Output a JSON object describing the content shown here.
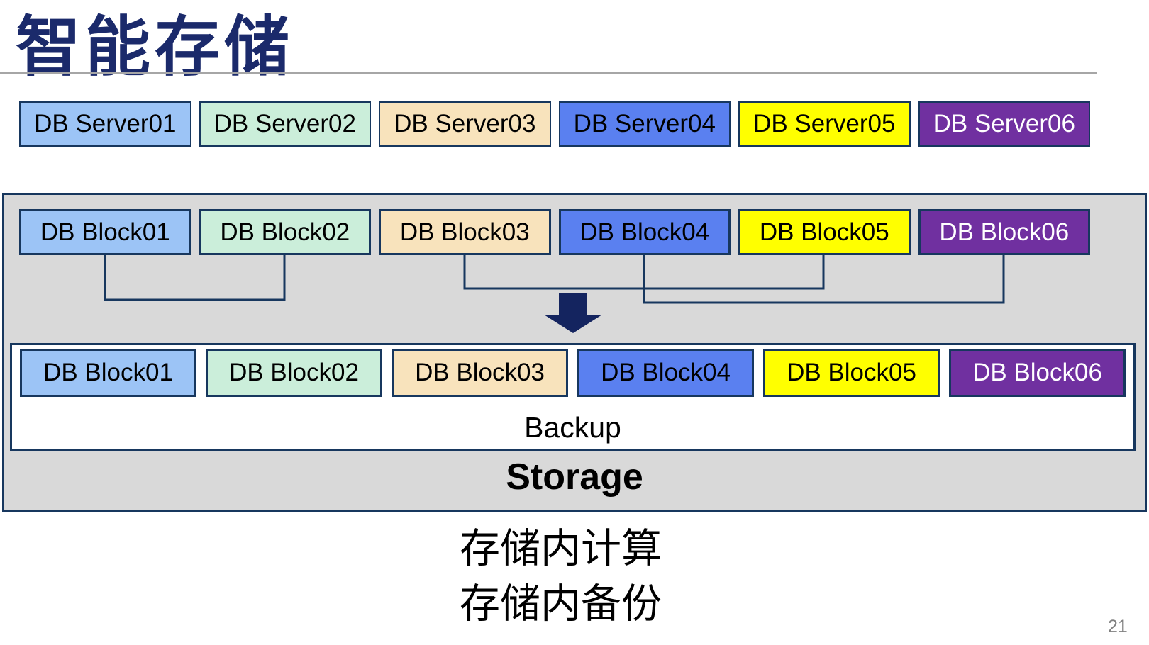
{
  "slide": {
    "title": "智能存储",
    "page_number": "21",
    "caption_line1": "存储内计算",
    "caption_line2": "存储内备份"
  },
  "servers": [
    {
      "label": "DB Server01",
      "fill": "#9CC4F6",
      "text_color": "#000000"
    },
    {
      "label": "DB Server02",
      "fill": "#CBEEDA",
      "text_color": "#000000"
    },
    {
      "label": "DB Server03",
      "fill": "#F8E3BC",
      "text_color": "#000000"
    },
    {
      "label": "DB Server04",
      "fill": "#5A80F0",
      "text_color": "#000000"
    },
    {
      "label": "DB Server05",
      "fill": "#FFFF00",
      "text_color": "#000000"
    },
    {
      "label": "DB Server06",
      "fill": "#7030A0",
      "text_color": "#FFFFFF"
    }
  ],
  "storage": {
    "label": "Storage",
    "blocks": [
      {
        "label": "DB Block01",
        "fill": "#9CC4F6",
        "text_color": "#000000"
      },
      {
        "label": "DB Block02",
        "fill": "#CBEEDA",
        "text_color": "#000000"
      },
      {
        "label": "DB Block03",
        "fill": "#F8E3BC",
        "text_color": "#000000"
      },
      {
        "label": "DB Block04",
        "fill": "#5A80F0",
        "text_color": "#000000"
      },
      {
        "label": "DB Block05",
        "fill": "#FFFF00",
        "text_color": "#000000"
      },
      {
        "label": "DB Block06",
        "fill": "#7030A0",
        "text_color": "#FFFFFF"
      }
    ],
    "backup": {
      "label": "Backup",
      "blocks": [
        {
          "label": "DB Block01",
          "fill": "#9CC4F6",
          "text_color": "#000000"
        },
        {
          "label": "DB Block02",
          "fill": "#CBEEDA",
          "text_color": "#000000"
        },
        {
          "label": "DB Block03",
          "fill": "#F8E3BC",
          "text_color": "#000000"
        },
        {
          "label": "DB Block04",
          "fill": "#5A80F0",
          "text_color": "#000000"
        },
        {
          "label": "DB Block05",
          "fill": "#FFFF00",
          "text_color": "#000000"
        },
        {
          "label": "DB Block06",
          "fill": "#7030A0",
          "text_color": "#FFFFFF"
        }
      ]
    }
  },
  "colors": {
    "title_navy": "#1B2A6B",
    "border_navy": "#17375E",
    "arrow_navy": "#14245F",
    "container_gray": "#D9D9D9",
    "divider_gray": "#A6A6A6",
    "page_number_gray": "#808080"
  }
}
